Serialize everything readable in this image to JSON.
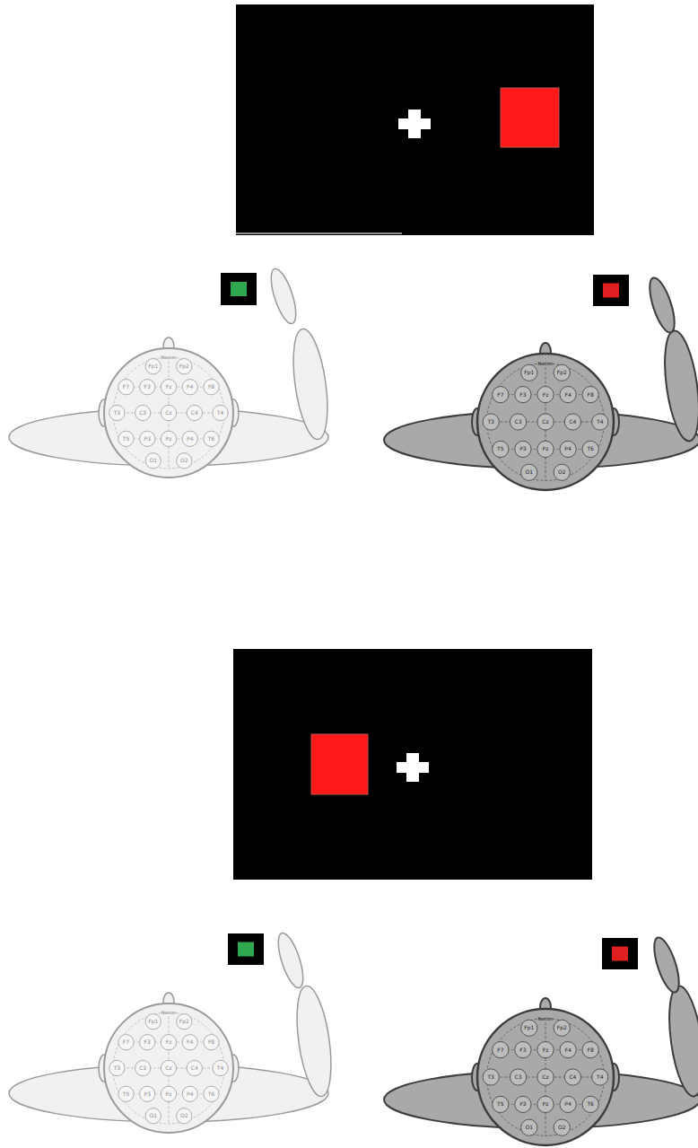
{
  "diagram": {
    "labels": [
      "Nasion",
      "Fp1",
      "Fp2",
      "F7",
      "F3",
      "Fz",
      "F4",
      "F8",
      "T3",
      "C3",
      "Cz",
      "C4",
      "T4",
      "T5",
      "P3",
      "Pz",
      "P4",
      "T6",
      "O1",
      "O2",
      "Nasion",
      "Fp1",
      "Fp2",
      "F7",
      "F3",
      "Fz",
      "F4",
      "F8",
      "T3",
      "C3",
      "Cz",
      "C4",
      "T4",
      "T5",
      "P3",
      "Pz",
      "P4",
      "T6",
      "O1",
      "O2",
      "Nasion",
      "Fp1",
      "Fp2",
      "F7",
      "F3",
      "Fz",
      "F4",
      "F8",
      "T3",
      "C3",
      "Cz",
      "C4",
      "T4",
      "T5",
      "P3",
      "Pz",
      "P4",
      "T6",
      "O1",
      "O2",
      "Nasion",
      "Fp1",
      "Fp2",
      "F7",
      "F3",
      "Fz",
      "F4",
      "F8",
      "T3",
      "C3",
      "Cz",
      "C4",
      "T4",
      "T5",
      "P3",
      "Pz",
      "P4",
      "T6",
      "O1",
      "O2"
    ]
  }
}
